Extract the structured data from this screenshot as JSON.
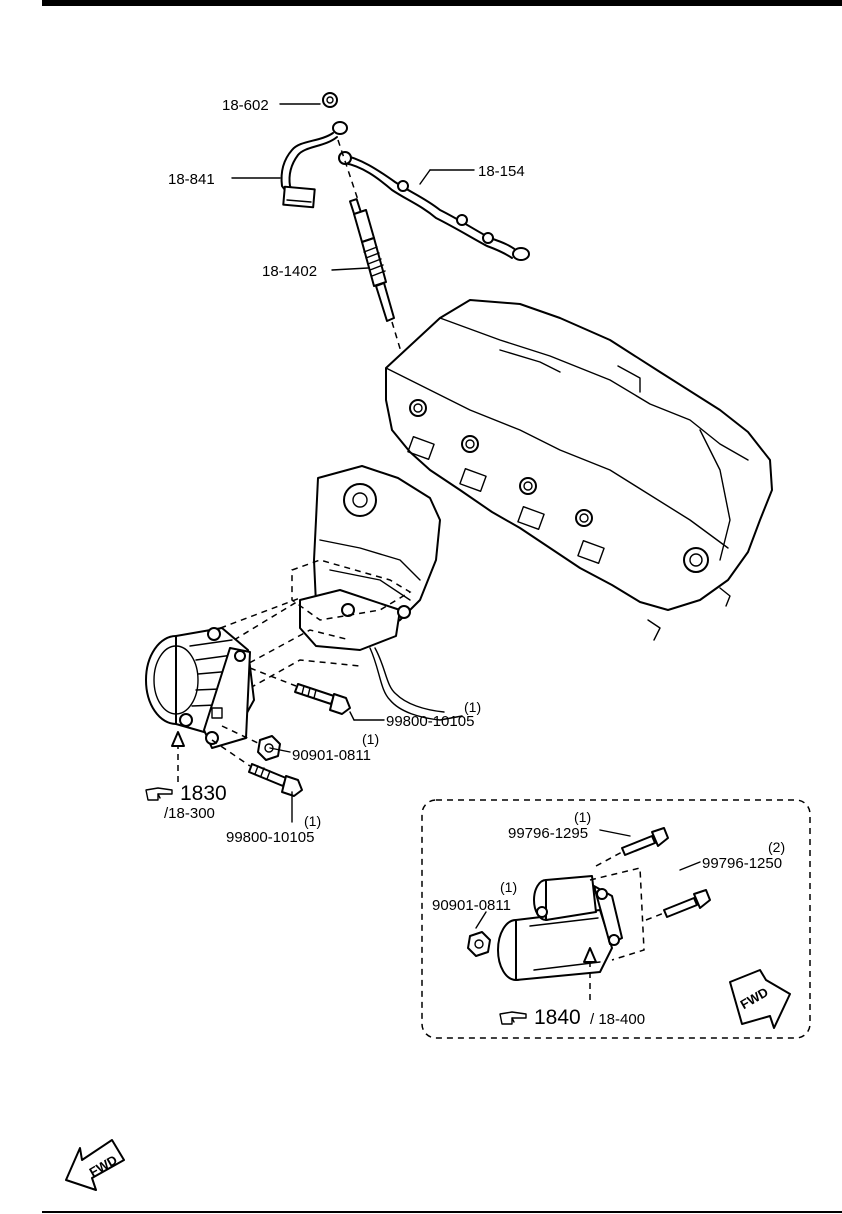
{
  "callouts": {
    "c18_602": "18-602",
    "c18_841": "18-841",
    "c18_154": "18-154",
    "c18_1402": "18-1402",
    "bolt_upper": "99800-10105",
    "bolt_upper_qty": "(1)",
    "nut_left": "90901-0811",
    "nut_left_qty": "(1)",
    "bolt_lower": "99800-10105",
    "bolt_lower_qty": "(1)",
    "ref_1830": "1830",
    "ref_1830_sub": "/18-300",
    "inset_bolt_a": "99796-1295",
    "inset_bolt_a_qty": "(1)",
    "inset_bolt_b": "99796-1250",
    "inset_bolt_b_qty": "(2)",
    "inset_nut": "90901-0811",
    "inset_nut_qty": "(1)",
    "ref_1840": "1840",
    "ref_1840_sub": "/ 18-400"
  },
  "fwd_labels": {
    "inset": "FWD",
    "bottom": "FWD"
  },
  "icons": {
    "reference": "pointing-hand-icon",
    "direction": "fwd-arrow-icon"
  }
}
